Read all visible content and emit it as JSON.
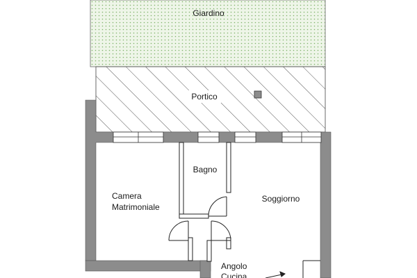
{
  "rooms": {
    "garden": "Giardino",
    "porch": "Portico",
    "bathroom": "Bagno",
    "bedroom_line1": "Camera",
    "bedroom_line2": "Matrimoniale",
    "living_room": "Soggiorno",
    "kitchen_line1": "Angolo",
    "kitchen_line2": "Cucina"
  },
  "colors": {
    "wall": "#8c8c8c",
    "garden_fill": "#eef5e8",
    "garden_dot": "#7fb36a",
    "hatch": "#555555",
    "line": "#222222"
  }
}
